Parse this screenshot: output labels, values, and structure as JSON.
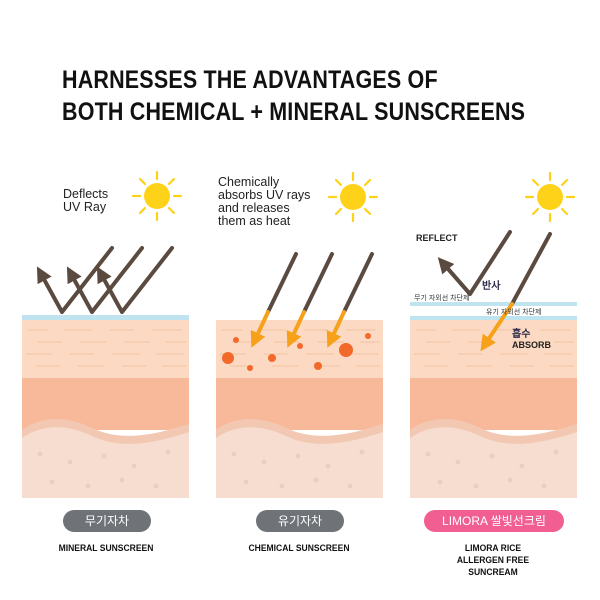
{
  "headline": {
    "line1": "HARNESSES THE ADVANTAGES OF",
    "line2": "BOTH CHEMICAL + MINERAL SUNSCREENS"
  },
  "panels": [
    {
      "note_lines": [
        "Deflects",
        "UV Ray"
      ],
      "pill": "무기자차",
      "caption_lines": [
        "MINERAL SUNSCREEN"
      ]
    },
    {
      "note_lines": [
        "Chemically",
        "absorbs UV rays",
        "and releases",
        "them as heat"
      ],
      "pill": "유기자차",
      "caption_lines": [
        "CHEMICAL SUNSCREEN"
      ]
    },
    {
      "reflect_label": "REFLECT",
      "reflect_ko": "반사",
      "mineral_layer": "무기 자외선 차단제",
      "chemical_layer": "유기 자외선 차단제",
      "absorb_ko": "흡수",
      "absorb_label": "ABSORB",
      "pill": "LIMORA 쌀빛선크림",
      "caption_lines": [
        "LIMORA RICE",
        "ALLERGEN FREE",
        "SUNCREAM"
      ]
    }
  ],
  "colors": {
    "sun": "#ffd21a",
    "arrow_dark": "#5b4a3f",
    "arrow_orange": "#f7a11a",
    "skin_top": "#fbd9c2",
    "skin_mid": "#f8b99a",
    "skin_bottom": "#f6ddd0",
    "shield": "#bfe3ef",
    "pill_gray": "#6f7378",
    "pill_pink": "#f15f92"
  }
}
